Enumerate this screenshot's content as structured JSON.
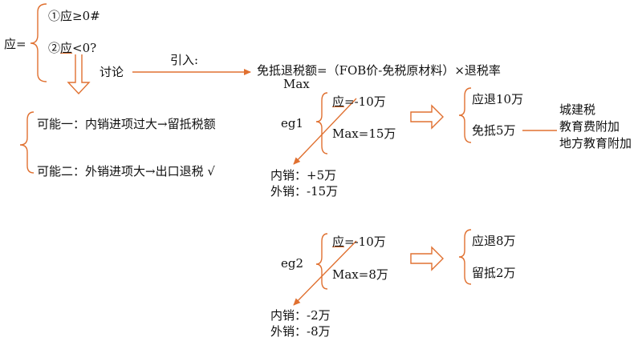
{
  "colors": {
    "stroke": "#e07030",
    "text": "#111111",
    "background": "#ffffff"
  },
  "left": {
    "ying_eq": "应=",
    "case_nonneg": "①应≥0#",
    "case_neg_prefix": "②",
    "case_neg_ying": "应",
    "case_neg_suffix": "<0?",
    "discuss": "讨论",
    "introduce": "引入:",
    "possibility_1": "可能一：内销进项过大→留抵税额",
    "possibility_2": "可能二：外销进项大→出口退税 √"
  },
  "formula": {
    "text": "免抵退税额=（FOB价-免税原材料）×退税率",
    "max_label": "Max"
  },
  "eg1": {
    "label": "eg1",
    "ying_char": "应",
    "ying_value": "=-10万",
    "max": "Max=15万",
    "refund": "应退10万",
    "offset": "免抵5万",
    "taxes": [
      "城建税",
      "教育费附加",
      "地方教育附加"
    ],
    "domestic": "内销：+5万",
    "export": "外销：-15万"
  },
  "eg2": {
    "label": "eg2",
    "ying_char": "应",
    "ying_value": "=-10万",
    "max": "Max=8万",
    "refund": "应退8万",
    "retain": "留抵2万",
    "domestic": "内销：-2万",
    "export": "外销：-8万"
  }
}
